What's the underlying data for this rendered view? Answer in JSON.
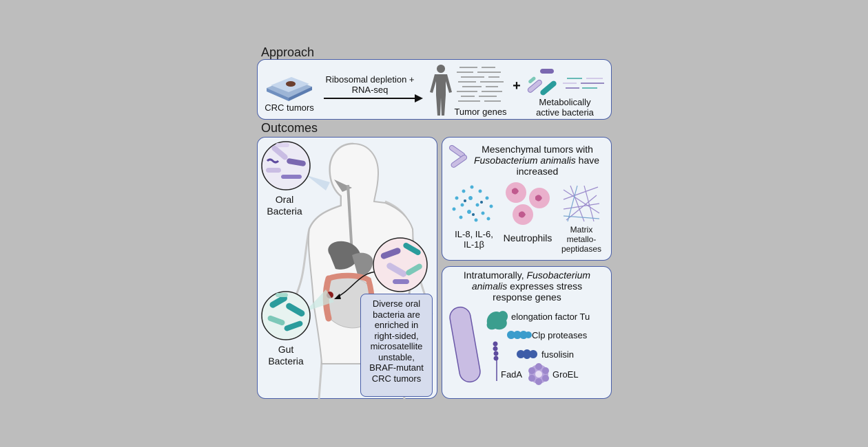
{
  "approach": {
    "heading": "Approach",
    "crc_label": "CRC tumors",
    "arrow_label_1": "Ribosomal depletion +",
    "arrow_label_2": "RNA-seq",
    "plus": "+",
    "tumor_genes": "Tumor genes",
    "bacteria_1": "Metabolically",
    "bacteria_2": "active bacteria"
  },
  "outcomes": {
    "heading": "Outcomes",
    "oral_1": "Oral",
    "oral_2": "Bacteria",
    "gut_1": "Gut",
    "gut_2": "Bacteria",
    "callout": [
      "Diverse oral",
      "bacteria are",
      "enriched in",
      "right-sided,",
      "microsatellite",
      "unstable,",
      "BRAF-mutant",
      "CRC tumors"
    ]
  },
  "mesenchymal": {
    "line1": "Mesenchymal tumors with",
    "line2_italic": "Fusobacterium animalis",
    "line2_rest": " have",
    "line3": "increased",
    "il_1": "IL-8, IL-6,",
    "il_2": "IL-1β",
    "neutrophils": "Neutrophils",
    "matrix_1": "Matrix",
    "matrix_2": "metallo-",
    "matrix_3": "peptidases"
  },
  "stress": {
    "line1_plain": "Intratumorally, ",
    "line1_italic": "Fusobacterium",
    "line2_italic": "animalis",
    "line2_rest": " expresses stress",
    "line3": "response genes",
    "ef_tu": "elongation factor Tu",
    "clp": "Clp proteases",
    "fusolisin": "fusolisin",
    "fada": "FadA",
    "groel": "GroEL"
  },
  "colors": {
    "panel_border": "#4a5fa8",
    "panel_fill": "#eef3f8",
    "callout_fill": "#d6dced",
    "teal": "#2a9c9c",
    "purple": "#7a68b0",
    "lavender": "#c9bde3",
    "pink": "#e6a3c4",
    "intestine": "#d98a7a"
  }
}
